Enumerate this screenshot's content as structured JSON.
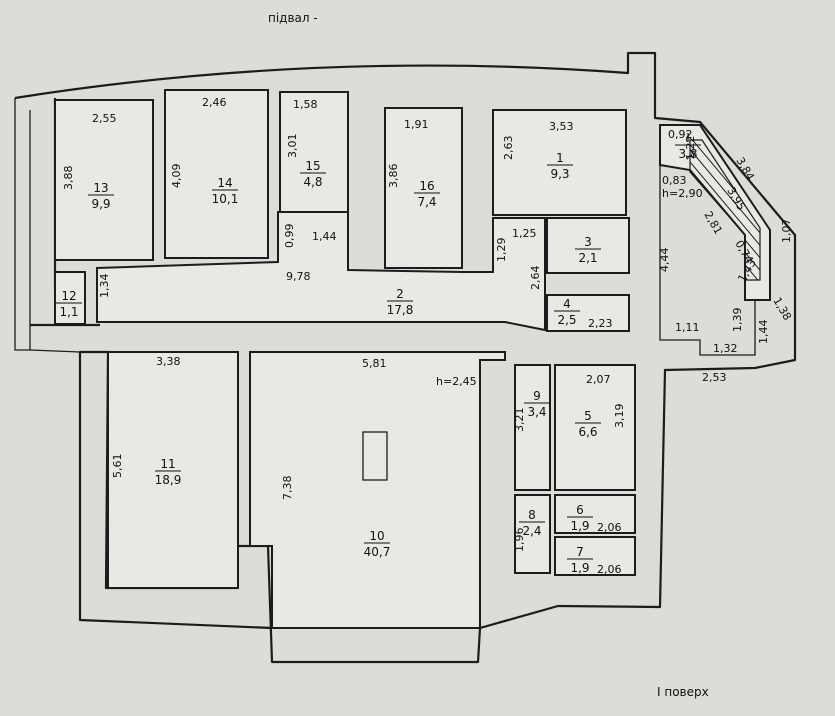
{
  "titles": {
    "basement": "підвал -",
    "floor": "I   поверх"
  },
  "rooms": [
    {
      "id": "r1",
      "num": "1",
      "area": "9,3"
    },
    {
      "id": "r2",
      "num": "2",
      "area": "17,8"
    },
    {
      "id": "r3",
      "num": "3",
      "area": "2,1"
    },
    {
      "id": "r4",
      "num": "4",
      "area": "2,5"
    },
    {
      "id": "r5",
      "num": "5",
      "area": "6,6"
    },
    {
      "id": "r6",
      "num": "6",
      "area": "1,9"
    },
    {
      "id": "r7",
      "num": "7",
      "area": "1,9"
    },
    {
      "id": "r8",
      "num": "8",
      "area": "2,4"
    },
    {
      "id": "r9",
      "num": "9",
      "area": "3,4"
    },
    {
      "id": "r10",
      "num": "10",
      "area": "40,7"
    },
    {
      "id": "r11",
      "num": "11",
      "area": "18,9"
    },
    {
      "id": "r12",
      "num": "12",
      "area": "1,1"
    },
    {
      "id": "r13",
      "num": "13",
      "area": "9,9"
    },
    {
      "id": "r14",
      "num": "14",
      "area": "10,1"
    },
    {
      "id": "r15",
      "num": "15",
      "area": "4,8"
    },
    {
      "id": "r16",
      "num": "16",
      "area": "7,4"
    },
    {
      "id": "rs",
      "num": "I",
      "area": "3,8"
    }
  ],
  "dims": [
    "2,55",
    "3,88",
    "2,46",
    "4,09",
    "1,58",
    "3,01",
    "1,91",
    "3,86",
    "3,53",
    "2,63",
    "0,92",
    "1,22",
    "3,84",
    "0,83",
    "h=2,90",
    "2,81",
    "3,95",
    "0,74",
    "1,07",
    "4,44",
    "1,43",
    "1,38",
    "1,39",
    "1,44",
    "1,11",
    "1,32",
    "2,53",
    "1,25",
    "1,29",
    "0,99",
    "1,44",
    "9,78",
    "1,34",
    "2,64",
    "2,23",
    "3,38",
    "5,81",
    "h=2,45",
    "2,07",
    "3,21",
    "3,19",
    "5,61",
    "7,38",
    "1,96",
    "2,06",
    "2,06"
  ]
}
